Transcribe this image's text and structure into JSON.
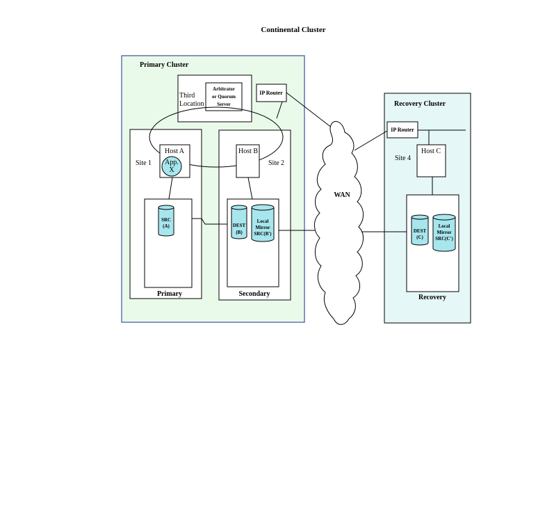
{
  "title": "Continental Cluster",
  "primary_cluster": {
    "label": "Primary Cluster",
    "third_location": [
      "Third",
      "Location"
    ],
    "arbitrator": [
      "Arbitrator",
      "or Quorum",
      "Server"
    ],
    "ip_router": "IP Router",
    "site1": {
      "label": "Site 1",
      "host": "Host A",
      "app": [
        "App.",
        "X"
      ],
      "disk": [
        "SRC",
        "(A)"
      ],
      "footer": "Primary"
    },
    "site2": {
      "label": "Site 2",
      "host": "Host B",
      "disk_dest": [
        "DEST",
        "(B)"
      ],
      "disk_mirror": [
        "Local",
        "Mirror",
        "SRC(B')"
      ],
      "footer": "Secondary"
    }
  },
  "wan": {
    "label": "WAN"
  },
  "recovery_cluster": {
    "label": "Recovery Cluster",
    "ip_router": "IP Router",
    "site4": {
      "label": "Site 4",
      "host": "Host C",
      "disk_dest": [
        "DEST",
        "(C)"
      ],
      "disk_mirror": [
        "Local",
        "Mirror",
        "SRC(C')"
      ],
      "footer": "Recovery"
    }
  },
  "colors": {
    "primary_bg": "#eafaea",
    "primary_border": "#3a4fa8",
    "recovery_bg": "#e6f7f7",
    "disk_fill": "#a8e6ee",
    "app_fill": "#a8e6ee"
  }
}
